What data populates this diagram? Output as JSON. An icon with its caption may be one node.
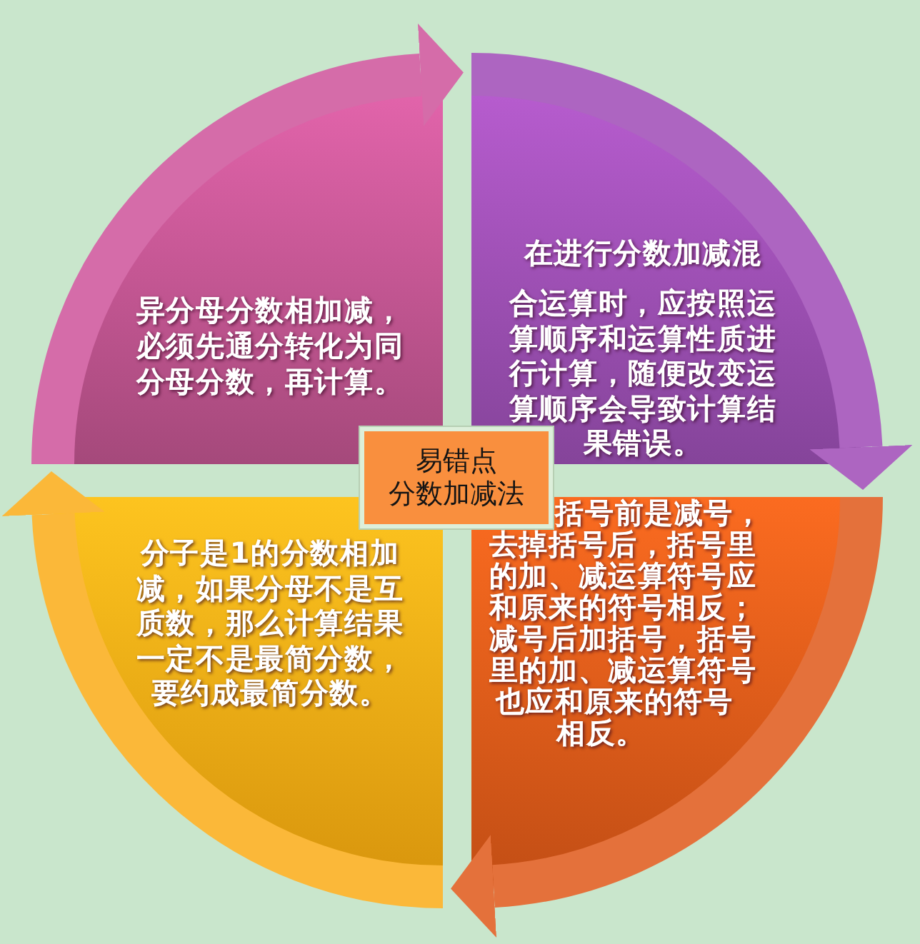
{
  "diagram": {
    "nodes": [
      {
        "text": [
          "异分母分数相加减，必须先通分转化为同分母分数，再计算。"
        ]
      },
      {
        "text": [
          "在进行分数加减混",
          "合运算时，应按照运算顺序和运算性质进行计算，随便改变运算顺序会导致计算结果错误。"
        ]
      },
      {
        "text": [
          "易错点",
          "分数加减法"
        ]
      },
      {
        "text": [
          "分子是1的分数相加减，如果分母不是互质数，那么计算结果一定不是最简分数，要约成最简分数。"
        ]
      },
      {
        "text": [
          "括号前是减号，去掉括号后，括号里的加、减运算符号应和原来的符号相反；减号后加括号，括号里的加、减运算符号也应和原来的符号相反。"
        ]
      }
    ],
    "edges": [
      {
        "from": 0,
        "to": 1,
        "arrow": "to",
        "color": "#d56ca9"
      },
      {
        "from": 1,
        "to": 4,
        "arrow": "to",
        "color": "#ad65c1"
      },
      {
        "from": 4,
        "to": 3,
        "arrow": "to",
        "color": "#e4713b"
      },
      {
        "from": 3,
        "to": 0,
        "arrow": "to",
        "color": "#fbb839"
      }
    ]
  }
}
